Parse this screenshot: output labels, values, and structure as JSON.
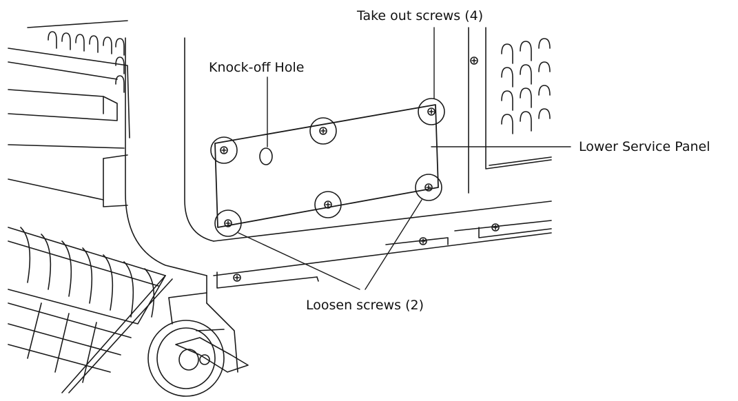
{
  "callouts": {
    "take_out_screws": "Take out screws (4)",
    "knock_off_hole": "Knock-off Hole",
    "lower_service_panel": "Lower Service Panel",
    "loosen_screws": "Loosen screws (2)"
  },
  "colors": {
    "line": "#1a1a1a",
    "background": "#ffffff"
  }
}
